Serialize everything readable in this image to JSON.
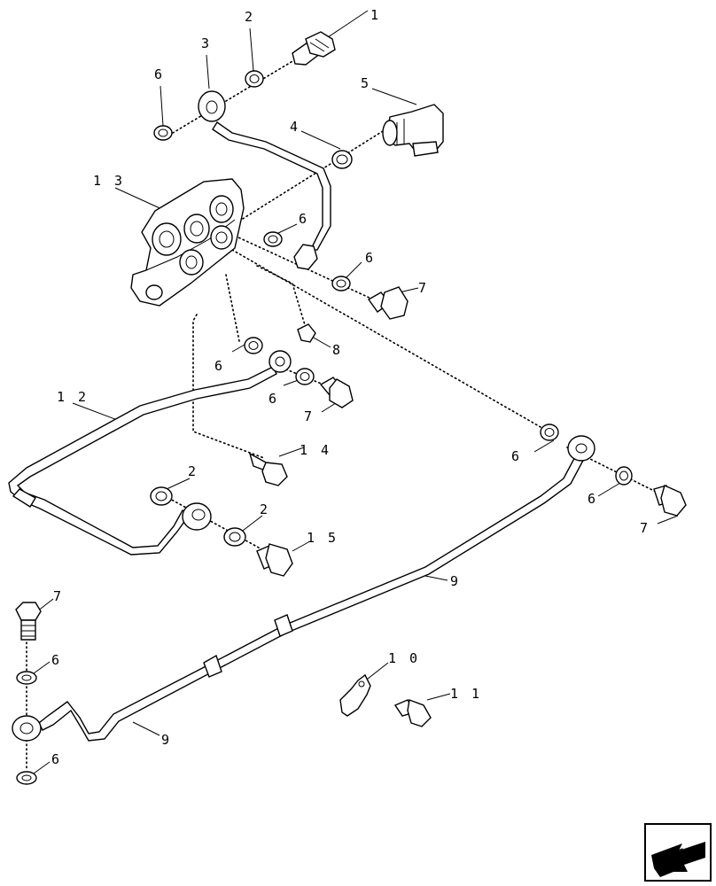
{
  "callouts": [
    {
      "id": "c1",
      "label": "1"
    },
    {
      "id": "c2a",
      "label": "2"
    },
    {
      "id": "c3",
      "label": "3"
    },
    {
      "id": "c4",
      "label": "4"
    },
    {
      "id": "c5",
      "label": "5"
    },
    {
      "id": "c6a",
      "label": "6"
    },
    {
      "id": "c13",
      "label": "1 3"
    },
    {
      "id": "c6b",
      "label": "6"
    },
    {
      "id": "c6c",
      "label": "6"
    },
    {
      "id": "c7a",
      "label": "7"
    },
    {
      "id": "c8",
      "label": "8"
    },
    {
      "id": "c6d",
      "label": "6"
    },
    {
      "id": "c12",
      "label": "1 2"
    },
    {
      "id": "c6e",
      "label": "6"
    },
    {
      "id": "c7b",
      "label": "7"
    },
    {
      "id": "c14",
      "label": "1 4"
    },
    {
      "id": "c6f",
      "label": "6"
    },
    {
      "id": "c2b",
      "label": "2"
    },
    {
      "id": "c6g",
      "label": "6"
    },
    {
      "id": "c2c",
      "label": "2"
    },
    {
      "id": "c7c",
      "label": "7"
    },
    {
      "id": "c15",
      "label": "1 5"
    },
    {
      "id": "c9a",
      "label": "9"
    },
    {
      "id": "c7d",
      "label": "7"
    },
    {
      "id": "c6h",
      "label": "6"
    },
    {
      "id": "c10",
      "label": "1 0"
    },
    {
      "id": "c11",
      "label": "1 1"
    },
    {
      "id": "c9b",
      "label": "9"
    },
    {
      "id": "c6i",
      "label": "6"
    }
  ],
  "nav_icon": "next-page-arrow-icon",
  "colors": {
    "line": "#000000",
    "background": "#ffffff",
    "icon_fill": "#000000"
  }
}
